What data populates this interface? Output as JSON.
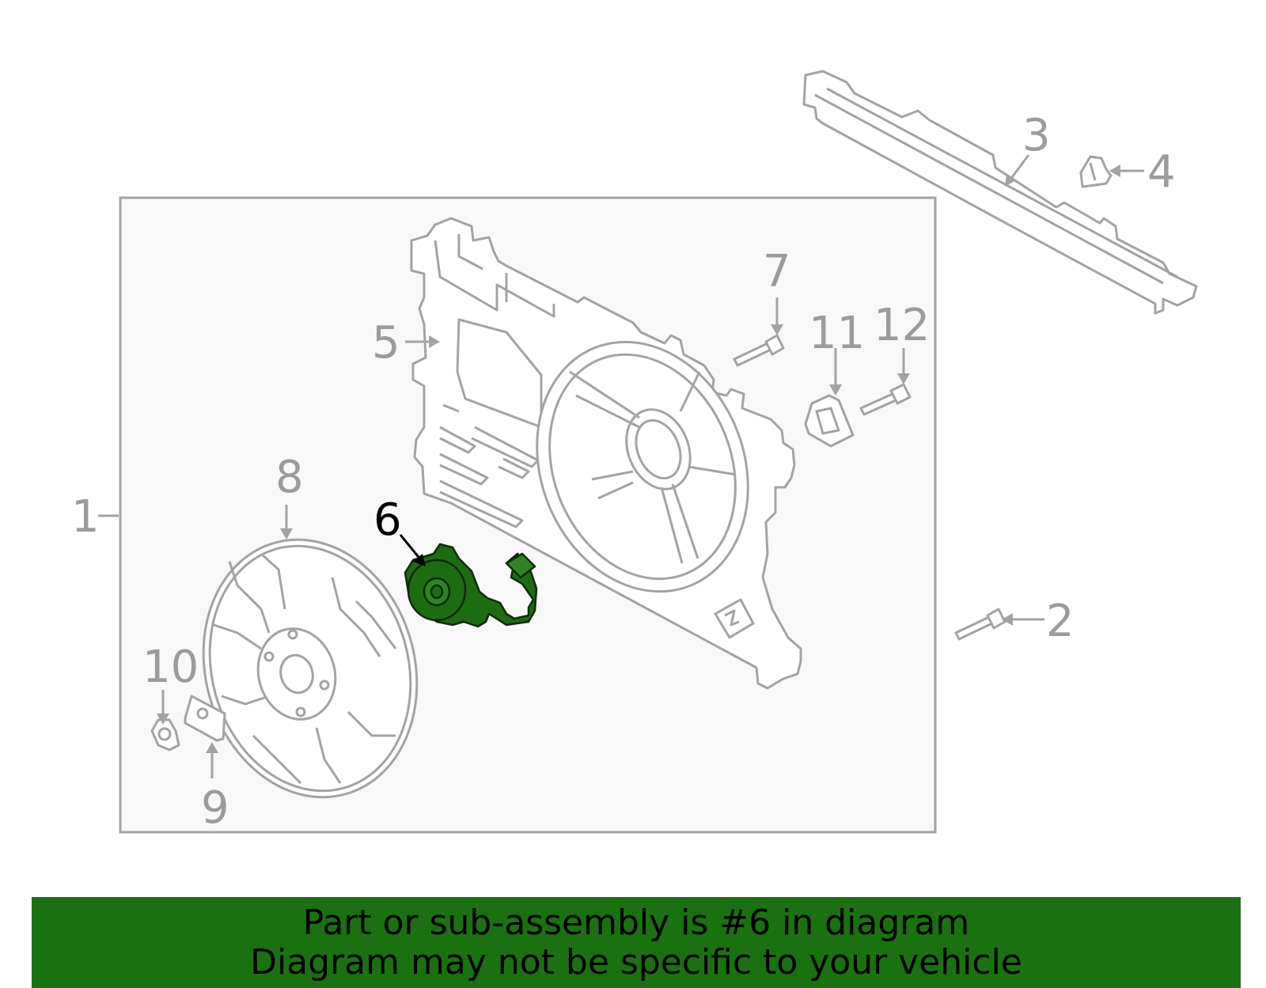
{
  "colors": {
    "line": "#a3a3a3",
    "label": "#9b9b9b",
    "highlight_fill": "#1d6b12",
    "highlight_label": "#000000",
    "banner": "#1b7012",
    "box_fill": "#f8f8f8"
  },
  "callouts": {
    "c1": "1",
    "c2": "2",
    "c3": "3",
    "c4": "4",
    "c5": "5",
    "c6": "6",
    "c7": "7",
    "c8": "8",
    "c9": "9",
    "c10": "10",
    "c11": "11",
    "c12": "12"
  },
  "highlighted_part": "6",
  "banner": {
    "line1": "Part or sub-assembly is #6 in diagram",
    "line2": "Diagram may not be specific to your vehicle"
  }
}
